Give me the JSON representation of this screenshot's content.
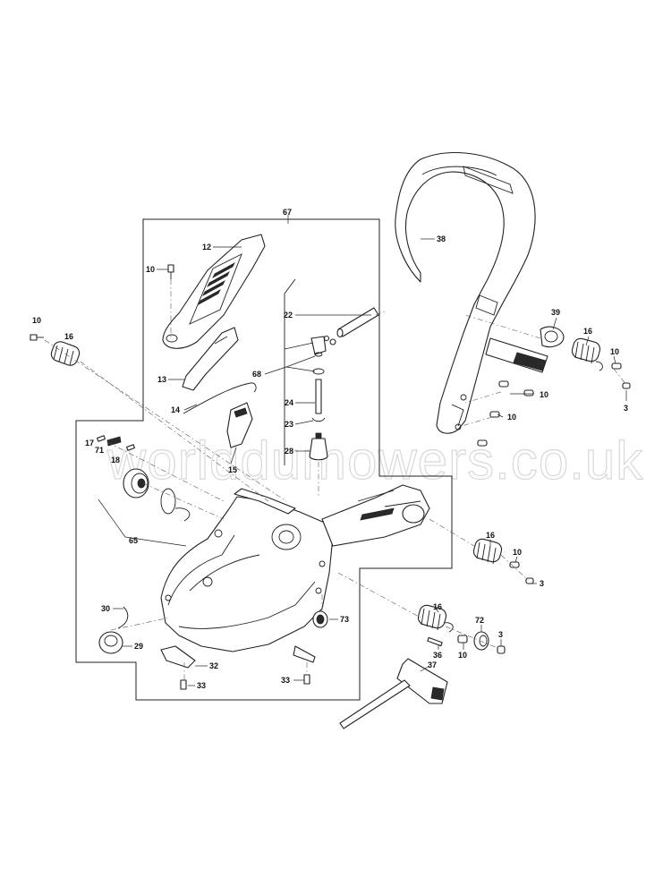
{
  "watermark": "worlddumowers.co.uk",
  "labels": {
    "p67": "67",
    "p38": "38",
    "p12": "12",
    "p10a": "10",
    "p22": "22",
    "p39": "39",
    "p16a": "16",
    "p10b": "10",
    "p10c": "10",
    "p16b": "16",
    "p10d": "10",
    "p68": "68",
    "p13": "13",
    "p3a": "3",
    "p24": "24",
    "p10e": "10",
    "p14": "14",
    "p23": "23",
    "p17": "17",
    "p71": "71",
    "p28": "28",
    "p18": "18",
    "p15": "15",
    "p65": "65",
    "p16c": "16",
    "p10f": "10",
    "p3b": "3",
    "p30": "30",
    "p16d": "16",
    "p72": "72",
    "p73": "73",
    "p3c": "3",
    "p29": "29",
    "p36": "36",
    "p10g": "10",
    "p32": "32",
    "p37": "37",
    "p33a": "33",
    "p33b": "33"
  }
}
